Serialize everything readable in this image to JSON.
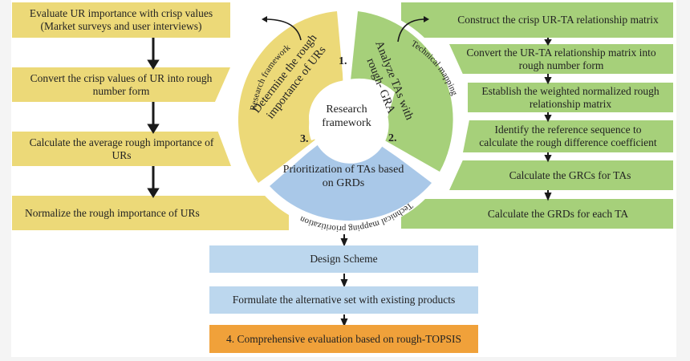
{
  "diagram": {
    "colors": {
      "yellow": "#ecd978",
      "green": "#a6d07a",
      "blue": "#a9c8e8",
      "light_blue": "#bcd7ee",
      "orange": "#f0a13a"
    },
    "left_column": [
      {
        "line1": "Evaluate UR importance with crisp values",
        "line2": "(Market surveys and user interviews)"
      },
      {
        "line1": "Convert the crisp values of UR into rough",
        "line2": "number form"
      },
      {
        "line1": "Calculate the average rough importance of",
        "line2": "URs"
      },
      {
        "line1": "Normalize the rough importance of URs",
        "line2": ""
      }
    ],
    "right_column": [
      {
        "line1": "Construct the crisp UR-TA relationship matrix",
        "line2": ""
      },
      {
        "line1": "Convert the UR-TA relationship matrix into",
        "line2": "rough number form"
      },
      {
        "line1": "Establish the weighted normalized rough",
        "line2": "relationship matrix"
      },
      {
        "line1": "Identify the reference sequence to",
        "line2": "calculate the rough difference coefficient"
      },
      {
        "line1": "Calculate the GRCs for TAs",
        "line2": ""
      },
      {
        "line1": "Calculate the GRDs for each TA",
        "line2": ""
      }
    ],
    "center": {
      "title_line1": "Research",
      "title_line2": "framework",
      "segment1": {
        "number": "1.",
        "line1": "Determine the rough",
        "line2": "importance of URs"
      },
      "segment2": {
        "number": "2.",
        "line1": "Analyze TAs with",
        "line2": "rough- GRA"
      },
      "segment3": {
        "number": "3.",
        "line1": "Prioritization of TAs based",
        "line2": "on GRDs"
      },
      "ring_labels": {
        "left": "Research framework",
        "right": "Technical mapping",
        "bottom": "Technical mapping prioritization"
      }
    },
    "bottom_flow": [
      {
        "label": "Design Scheme"
      },
      {
        "label": "Formulate the alternative set with existing products"
      },
      {
        "label": "4. Comprehensive evaluation based on rough-TOPSIS"
      }
    ]
  }
}
